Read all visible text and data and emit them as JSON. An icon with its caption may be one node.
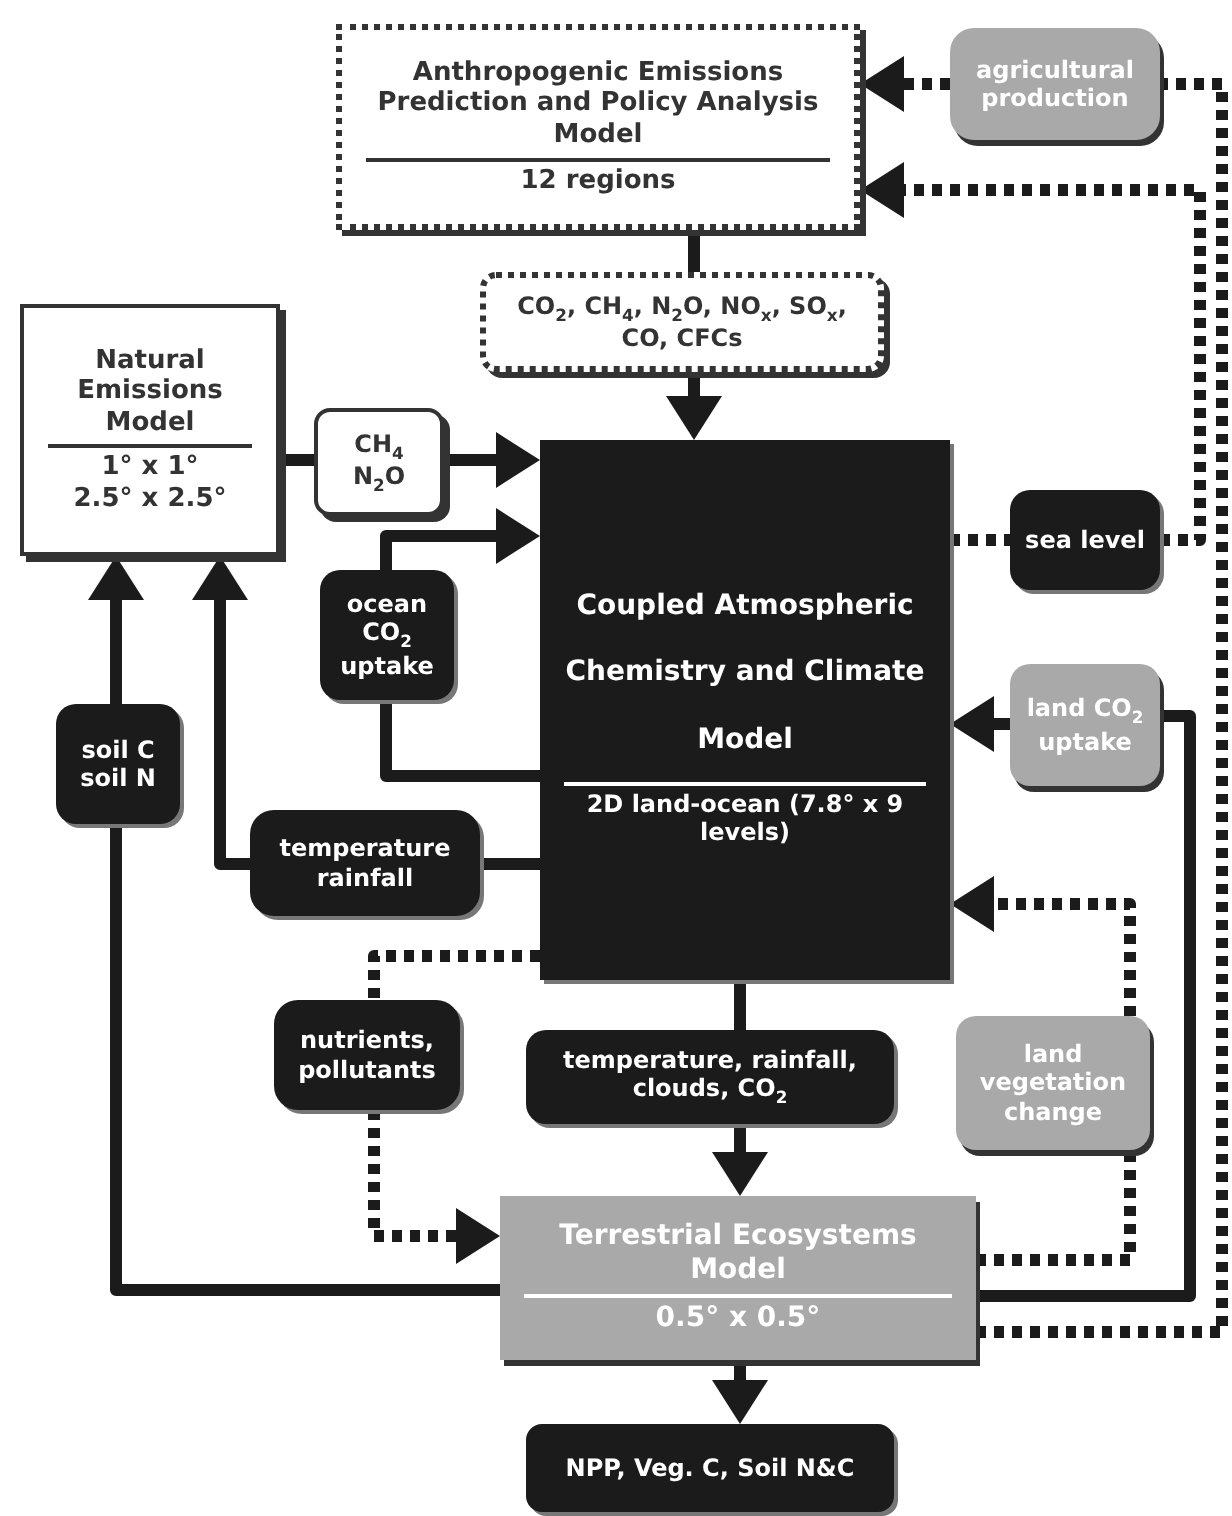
{
  "diagram": {
    "nodes": [
      {
        "text": [
          "Anthropogenic Emissions Prediction and Policy Analysis Model",
          "12 regions"
        ]
      },
      {
        "text": [
          "agricultural production"
        ]
      },
      {
        "text": [
          "CO$_{2}$, CH$_{4}$, N$_{2}$O, NO$_{x}$, SO$_{x}$, CO, CFCs"
        ]
      },
      {
        "text": [
          "Natural Emissions Model",
          "1° x 1°",
          "2.5° x 2.5°"
        ]
      },
      {
        "text": [
          "CH$_{4}$ N$_{2}$O"
        ]
      },
      {
        "text": [
          "Coupled Atmospheric Chemistry and Climate Model",
          "2D land-ocean (7.8° x 9 levels)"
        ]
      },
      {
        "text": [
          "sea level"
        ]
      },
      {
        "text": [
          "ocean CO$_{2}$ uptake"
        ]
      },
      {
        "text": [
          "land CO$_{2}$ uptake"
        ]
      },
      {
        "text": [
          "soil C soil N"
        ]
      },
      {
        "text": [
          "temperature rainfall"
        ]
      },
      {
        "text": [
          "nutrients, pollutants"
        ]
      },
      {
        "text": [
          "temperature, rainfall, clouds, CO$_{2}$"
        ]
      },
      {
        "text": [
          "land vegetation change"
        ]
      },
      {
        "text": [
          "Terrestrial Ecosystems Model",
          "0.5° x 0.5°"
        ]
      },
      {
        "text": [
          "NPP, Veg. C, Soil N&C"
        ]
      }
    ],
    "edges": [
      {
        "from": 1,
        "to": 0,
        "arrow": "to",
        "style": "dashed"
      },
      {
        "from": 14,
        "to": 1,
        "arrow": "none",
        "style": "dashed"
      },
      {
        "from": 6,
        "to": 0,
        "arrow": "to",
        "style": "dashed"
      },
      {
        "from": 5,
        "to": 6,
        "arrow": "none",
        "style": "dashed"
      },
      {
        "from": 0,
        "to": 2,
        "arrow": "none"
      },
      {
        "from": 2,
        "to": 5,
        "arrow": "to"
      },
      {
        "from": 3,
        "to": 4,
        "arrow": "none"
      },
      {
        "from": 4,
        "to": 5,
        "arrow": "to"
      },
      {
        "from": 7,
        "to": 5,
        "arrow": "to"
      },
      {
        "from": 5,
        "to": 7,
        "arrow": "none"
      },
      {
        "from": 5,
        "to": 10,
        "arrow": "none"
      },
      {
        "from": 10,
        "to": 3,
        "arrow": "to"
      },
      {
        "from": 9,
        "to": 3,
        "arrow": "to"
      },
      {
        "from": 14,
        "to": 9,
        "arrow": "none"
      },
      {
        "from": 14,
        "to": 8,
        "arrow": "none"
      },
      {
        "from": 8,
        "to": 5,
        "arrow": "to"
      },
      {
        "from": 14,
        "to": 13,
        "arrow": "none",
        "style": "dashed"
      },
      {
        "from": 13,
        "to": 5,
        "arrow": "to",
        "style": "dashed"
      },
      {
        "from": 5,
        "to": 11,
        "arrow": "none",
        "style": "dashed"
      },
      {
        "from": 11,
        "to": 14,
        "arrow": "to",
        "style": "dashed"
      },
      {
        "from": 5,
        "to": 12,
        "arrow": "none"
      },
      {
        "from": 12,
        "to": 14,
        "arrow": "to"
      },
      {
        "from": 14,
        "to": 15,
        "arrow": "to"
      }
    ]
  }
}
